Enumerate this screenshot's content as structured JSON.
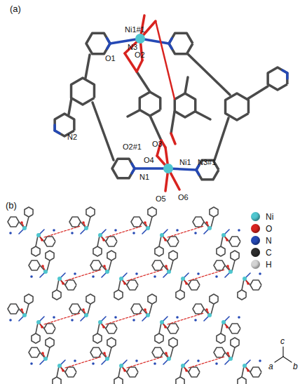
{
  "diagram": {
    "labels": [
      "(a)",
      "Ni1#1",
      "N3",
      "O1",
      "O2",
      "N2",
      "O3",
      "O2#1",
      "N1",
      "O4",
      "O5",
      "O6",
      "Ni1",
      "N3#1",
      "(b)",
      "a",
      "b",
      "c"
    ],
    "legend": [
      {
        "text": "Ni",
        "color": "#4fc6cf"
      },
      {
        "text": "O",
        "color": "#d8231f"
      },
      {
        "text": "N",
        "color": "#2549b5"
      },
      {
        "text": "C",
        "color": "#2e2e2e"
      },
      {
        "text": "H",
        "color": "#d4d4d4"
      }
    ]
  }
}
